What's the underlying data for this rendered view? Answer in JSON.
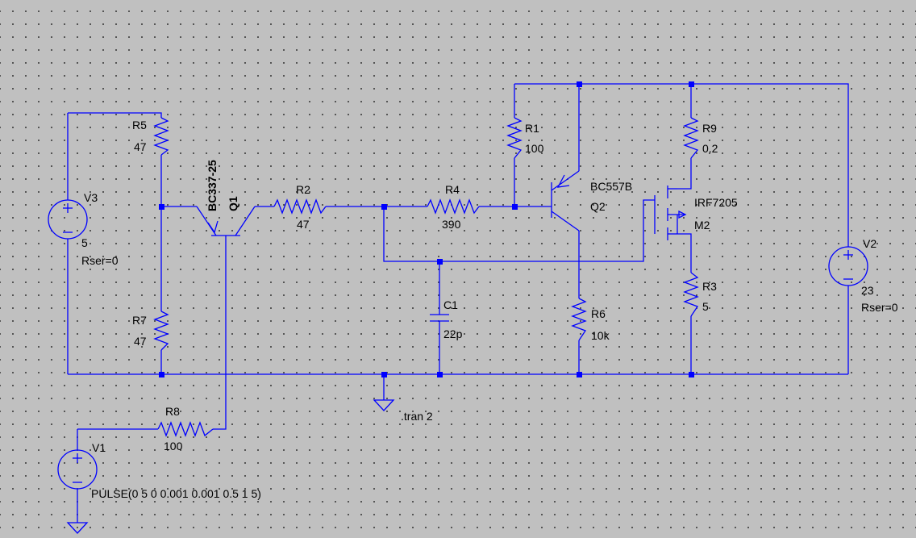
{
  "components": {
    "r5": {
      "name": "R5",
      "value": "47"
    },
    "r7": {
      "name": "R7",
      "value": "47"
    },
    "r2": {
      "name": "R2",
      "value": "47"
    },
    "r4": {
      "name": "R4",
      "value": "390"
    },
    "r1": {
      "name": "R1",
      "value": "100"
    },
    "r6": {
      "name": "R6",
      "value": "10k"
    },
    "r9": {
      "name": "R9",
      "value": "0.2"
    },
    "r3": {
      "name": "R3",
      "value": "5"
    },
    "r8": {
      "name": "R8",
      "value": "100"
    },
    "c1": {
      "name": "C1",
      "value": "22p"
    },
    "q1": {
      "name": "Q1",
      "model": "BC337-25"
    },
    "q2": {
      "name": "Q2",
      "model": "BC557B"
    },
    "m2": {
      "name": "M2",
      "model": "IRF7205"
    },
    "v3": {
      "name": "V3",
      "value": "5",
      "rser": "Rser=0"
    },
    "v2": {
      "name": "V2",
      "value": "23",
      "rser": "Rser=0"
    },
    "v1": {
      "name": "V1",
      "value": "PULSE(0 5 0 0.001 0.001 0.5 1 5)"
    }
  },
  "directive": ".tran 2",
  "colors": {
    "wire": "#0000ff",
    "background": "#c0c0c0",
    "grid_dot": "#3a3a3a",
    "text": "#000000"
  }
}
